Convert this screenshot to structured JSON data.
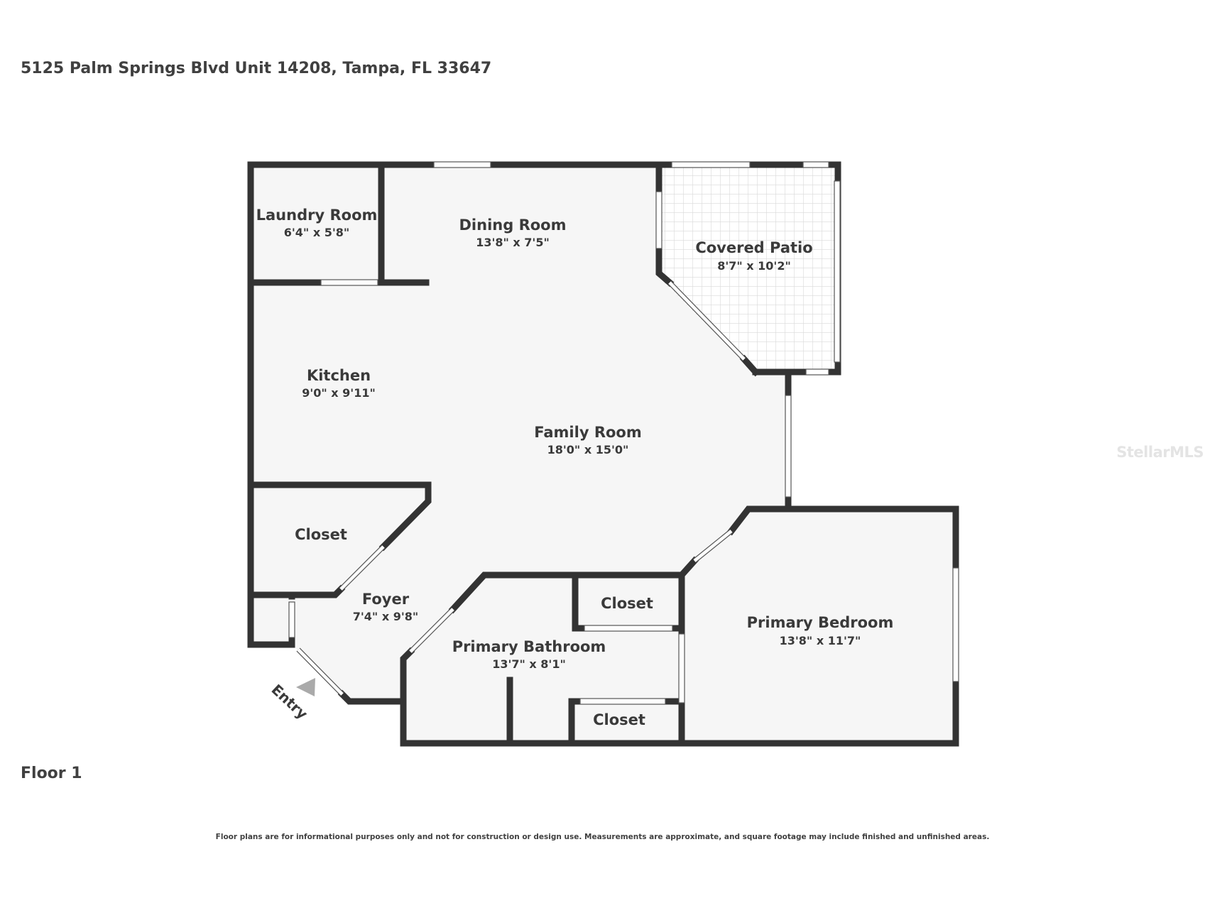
{
  "title": "5125 Palm Springs Blvd Unit 14208, Tampa, FL 33647",
  "floor_label": "Floor 1",
  "disclaimer": "Floor plans are for informational purposes only and not for construction or design use. Measurements are approximate, and square footage may include finished and unfinished areas.",
  "watermark": "StellarMLS",
  "entry_label": "Entry",
  "rooms": {
    "laundry": {
      "name": "Laundry Room",
      "dim": "6'4\" x 5'8\""
    },
    "dining": {
      "name": "Dining Room",
      "dim": "13'8\" x 7'5\""
    },
    "patio": {
      "name": "Covered Patio",
      "dim": "8'7\" x 10'2\""
    },
    "kitchen": {
      "name": "Kitchen",
      "dim": "9'0\" x 9'11\""
    },
    "family": {
      "name": "Family Room",
      "dim": "18'0\" x 15'0\""
    },
    "closet_foyer": {
      "name": "Closet"
    },
    "foyer": {
      "name": "Foyer",
      "dim": "7'4\" x 9'8\""
    },
    "closet_bath_top": {
      "name": "Closet"
    },
    "bathroom": {
      "name": "Primary Bathroom",
      "dim": "13'7\" x 8'1\""
    },
    "closet_bath_bottom": {
      "name": "Closet"
    },
    "bedroom": {
      "name": "Primary Bedroom",
      "dim": "13'8\" x 11'7\""
    }
  },
  "colors": {
    "wall": "#333333",
    "floor": "#f6f6f6",
    "patio_grid": "#d9d9d9",
    "window": "#ffffff",
    "text": "#3a3a3a"
  }
}
